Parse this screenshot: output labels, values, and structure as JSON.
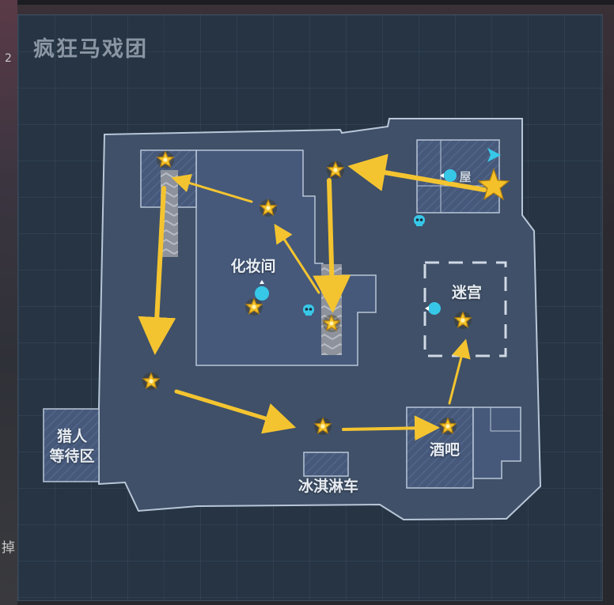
{
  "map": {
    "title": "疯狂马戏团",
    "rooms": {
      "dressing_room": "化妆间",
      "maze": "迷宫",
      "hunter_waiting_line1": "猎人",
      "hunter_waiting_line2": "等待区",
      "bar": "酒吧",
      "ice_cream_truck": "冰淇淋车"
    },
    "fragments": {
      "top_right_room": "屋",
      "left_edge_top": "2",
      "left_edge_bottom": "掉"
    }
  },
  "icons": {
    "star": "star-marker-icon",
    "player_position": "player-arrow-icon",
    "objective": "cipher-machine-icon",
    "skull": "survivor-skull-icon",
    "arrow": "route-arrow-icon"
  },
  "colors": {
    "panel": "#263443",
    "floor": "#3f5068",
    "room": "#46597a",
    "outline": "#b8c6d8",
    "arrow": "#f4c430",
    "marker": "#37c8e8",
    "star": "#f4c12a"
  }
}
